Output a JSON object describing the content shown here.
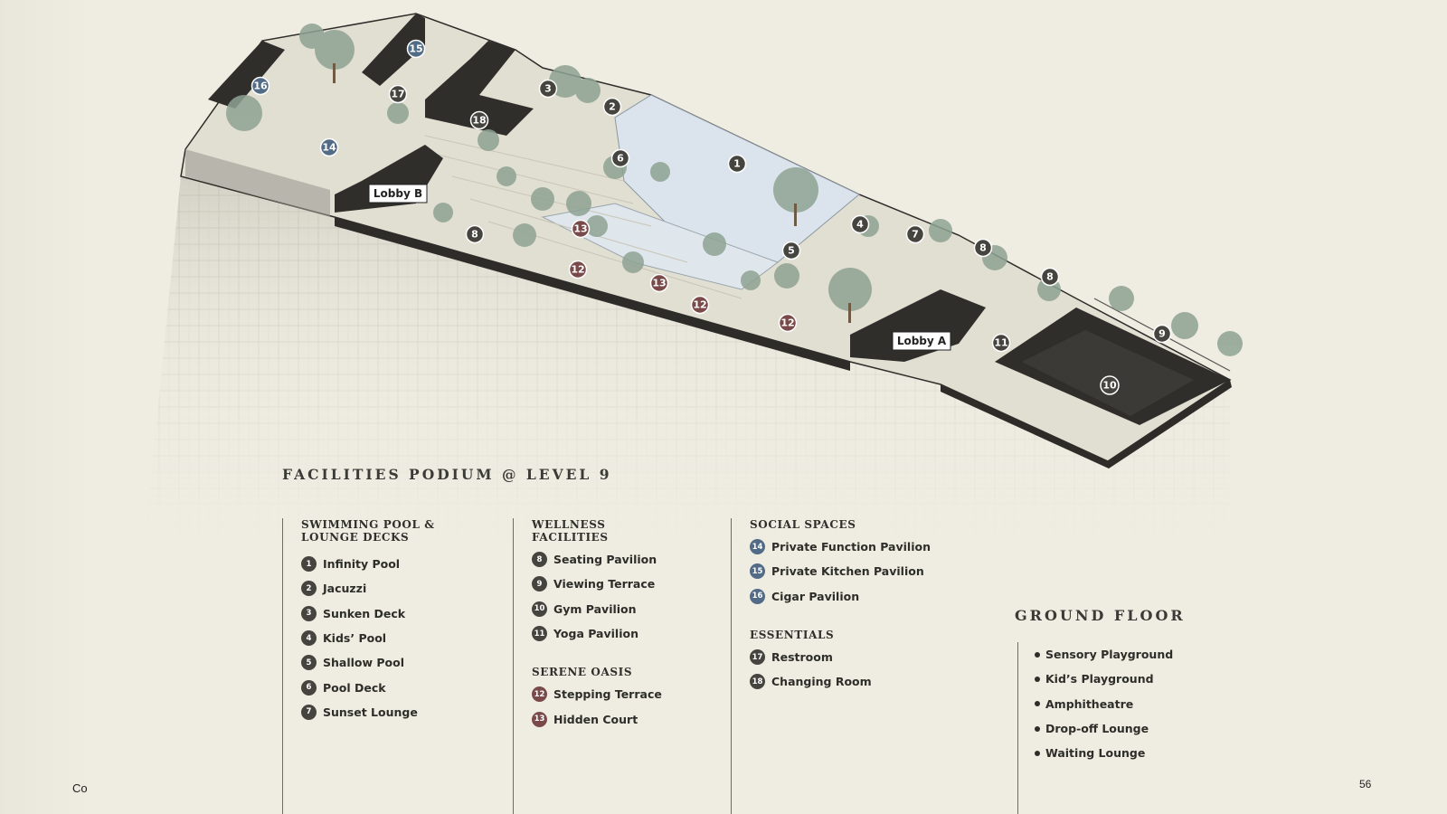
{
  "podium": {
    "title": "FACILITIES PODIUM @ LEVEL 9",
    "map_labels": {
      "lobby_a": "Lobby A",
      "lobby_b": "Lobby B"
    },
    "map_markers": [
      "1",
      "2",
      "3",
      "4",
      "5",
      "6",
      "7",
      "8",
      "8",
      "8",
      "9",
      "10",
      "11",
      "12",
      "12",
      "12",
      "13",
      "13",
      "14",
      "15",
      "16",
      "17",
      "18"
    ],
    "categories": [
      {
        "heading_line1": "SWIMMING POOL &",
        "heading_line2": "LOUNGE DECKS",
        "items": [
          {
            "num": "1",
            "label": "Infinity Pool"
          },
          {
            "num": "2",
            "label": "Jacuzzi"
          },
          {
            "num": "3",
            "label": "Sunken Deck"
          },
          {
            "num": "4",
            "label": "Kids’ Pool"
          },
          {
            "num": "5",
            "label": "Shallow Pool"
          },
          {
            "num": "6",
            "label": "Pool Deck"
          },
          {
            "num": "7",
            "label": "Sunset Lounge"
          }
        ]
      },
      {
        "heading": "WELLNESS FACILITIES",
        "items": [
          {
            "num": "8",
            "label": "Seating Pavilion"
          },
          {
            "num": "9",
            "label": "Viewing Terrace"
          },
          {
            "num": "10",
            "label": "Gym Pavilion"
          },
          {
            "num": "11",
            "label": "Yoga Pavilion"
          }
        ]
      },
      {
        "heading": "SERENE OASIS",
        "items": [
          {
            "num": "12",
            "label": "Stepping Terrace"
          },
          {
            "num": "13",
            "label": "Hidden Court"
          }
        ]
      },
      {
        "heading": "SOCIAL SPACES",
        "items": [
          {
            "num": "14",
            "label": "Private Function Pavilion"
          },
          {
            "num": "15",
            "label": "Private Kitchen Pavilion"
          },
          {
            "num": "16",
            "label": "Cigar Pavilion"
          }
        ]
      },
      {
        "heading": "ESSENTIALS",
        "items": [
          {
            "num": "17",
            "label": "Restroom"
          },
          {
            "num": "18",
            "label": "Changing Room"
          }
        ]
      }
    ]
  },
  "ground_floor": {
    "title": "GROUND FLOOR",
    "items": [
      "Sensory Playground",
      "Kid’s Playground",
      "Amphitheatre",
      "Drop-off Lounge",
      "Waiting Lounge"
    ]
  },
  "colors": {
    "marker_dark": "#45443f",
    "marker_red": "#7a4a4a",
    "marker_blue": "#526b86",
    "background": "#efede2"
  },
  "footer": {
    "left": "Co",
    "page_number": "56"
  }
}
